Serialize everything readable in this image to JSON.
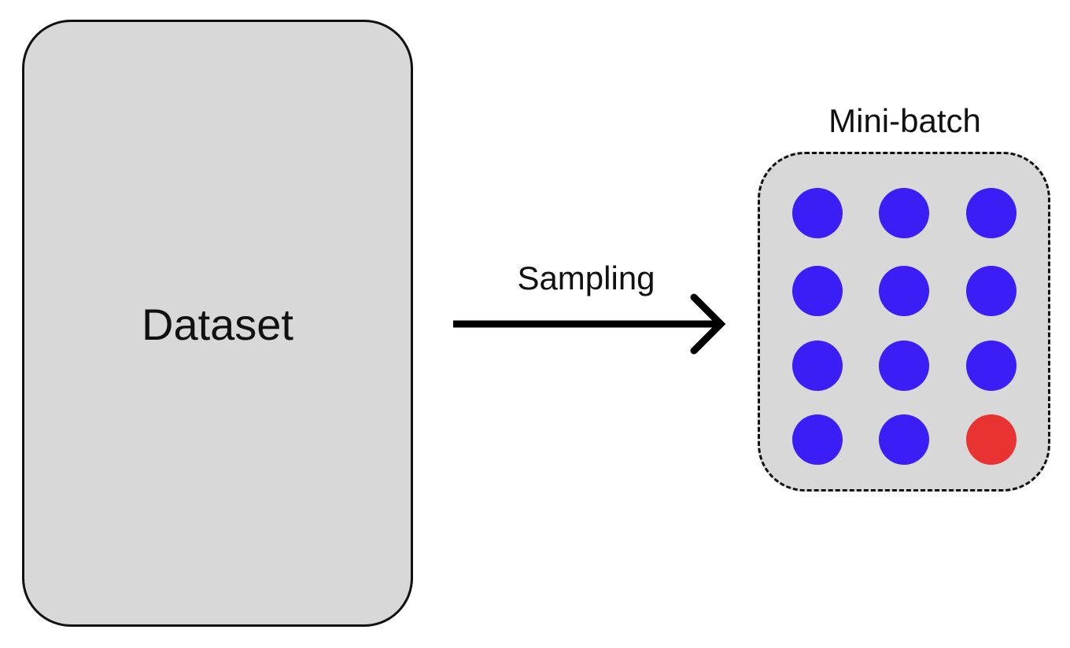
{
  "dataset": {
    "label": "Dataset"
  },
  "sampling": {
    "label": "Sampling"
  },
  "minibatch": {
    "title": "Mini-batch",
    "rows": 4,
    "cols": 3,
    "dots": [
      {
        "row": 0,
        "col": 0,
        "color": "#3a1ef5"
      },
      {
        "row": 0,
        "col": 1,
        "color": "#3a1ef5"
      },
      {
        "row": 0,
        "col": 2,
        "color": "#3a1ef5"
      },
      {
        "row": 1,
        "col": 0,
        "color": "#3a1ef5"
      },
      {
        "row": 1,
        "col": 1,
        "color": "#3a1ef5"
      },
      {
        "row": 1,
        "col": 2,
        "color": "#3a1ef5"
      },
      {
        "row": 2,
        "col": 0,
        "color": "#3a1ef5"
      },
      {
        "row": 2,
        "col": 1,
        "color": "#3a1ef5"
      },
      {
        "row": 2,
        "col": 2,
        "color": "#3a1ef5"
      },
      {
        "row": 3,
        "col": 0,
        "color": "#3a1ef5"
      },
      {
        "row": 3,
        "col": 1,
        "color": "#3a1ef5"
      },
      {
        "row": 3,
        "col": 2,
        "color": "#e93232"
      }
    ]
  },
  "colors": {
    "box_fill": "#d8d8d8",
    "stroke": "#111111",
    "sample_blue": "#3a1ef5",
    "sample_red": "#e93232"
  }
}
